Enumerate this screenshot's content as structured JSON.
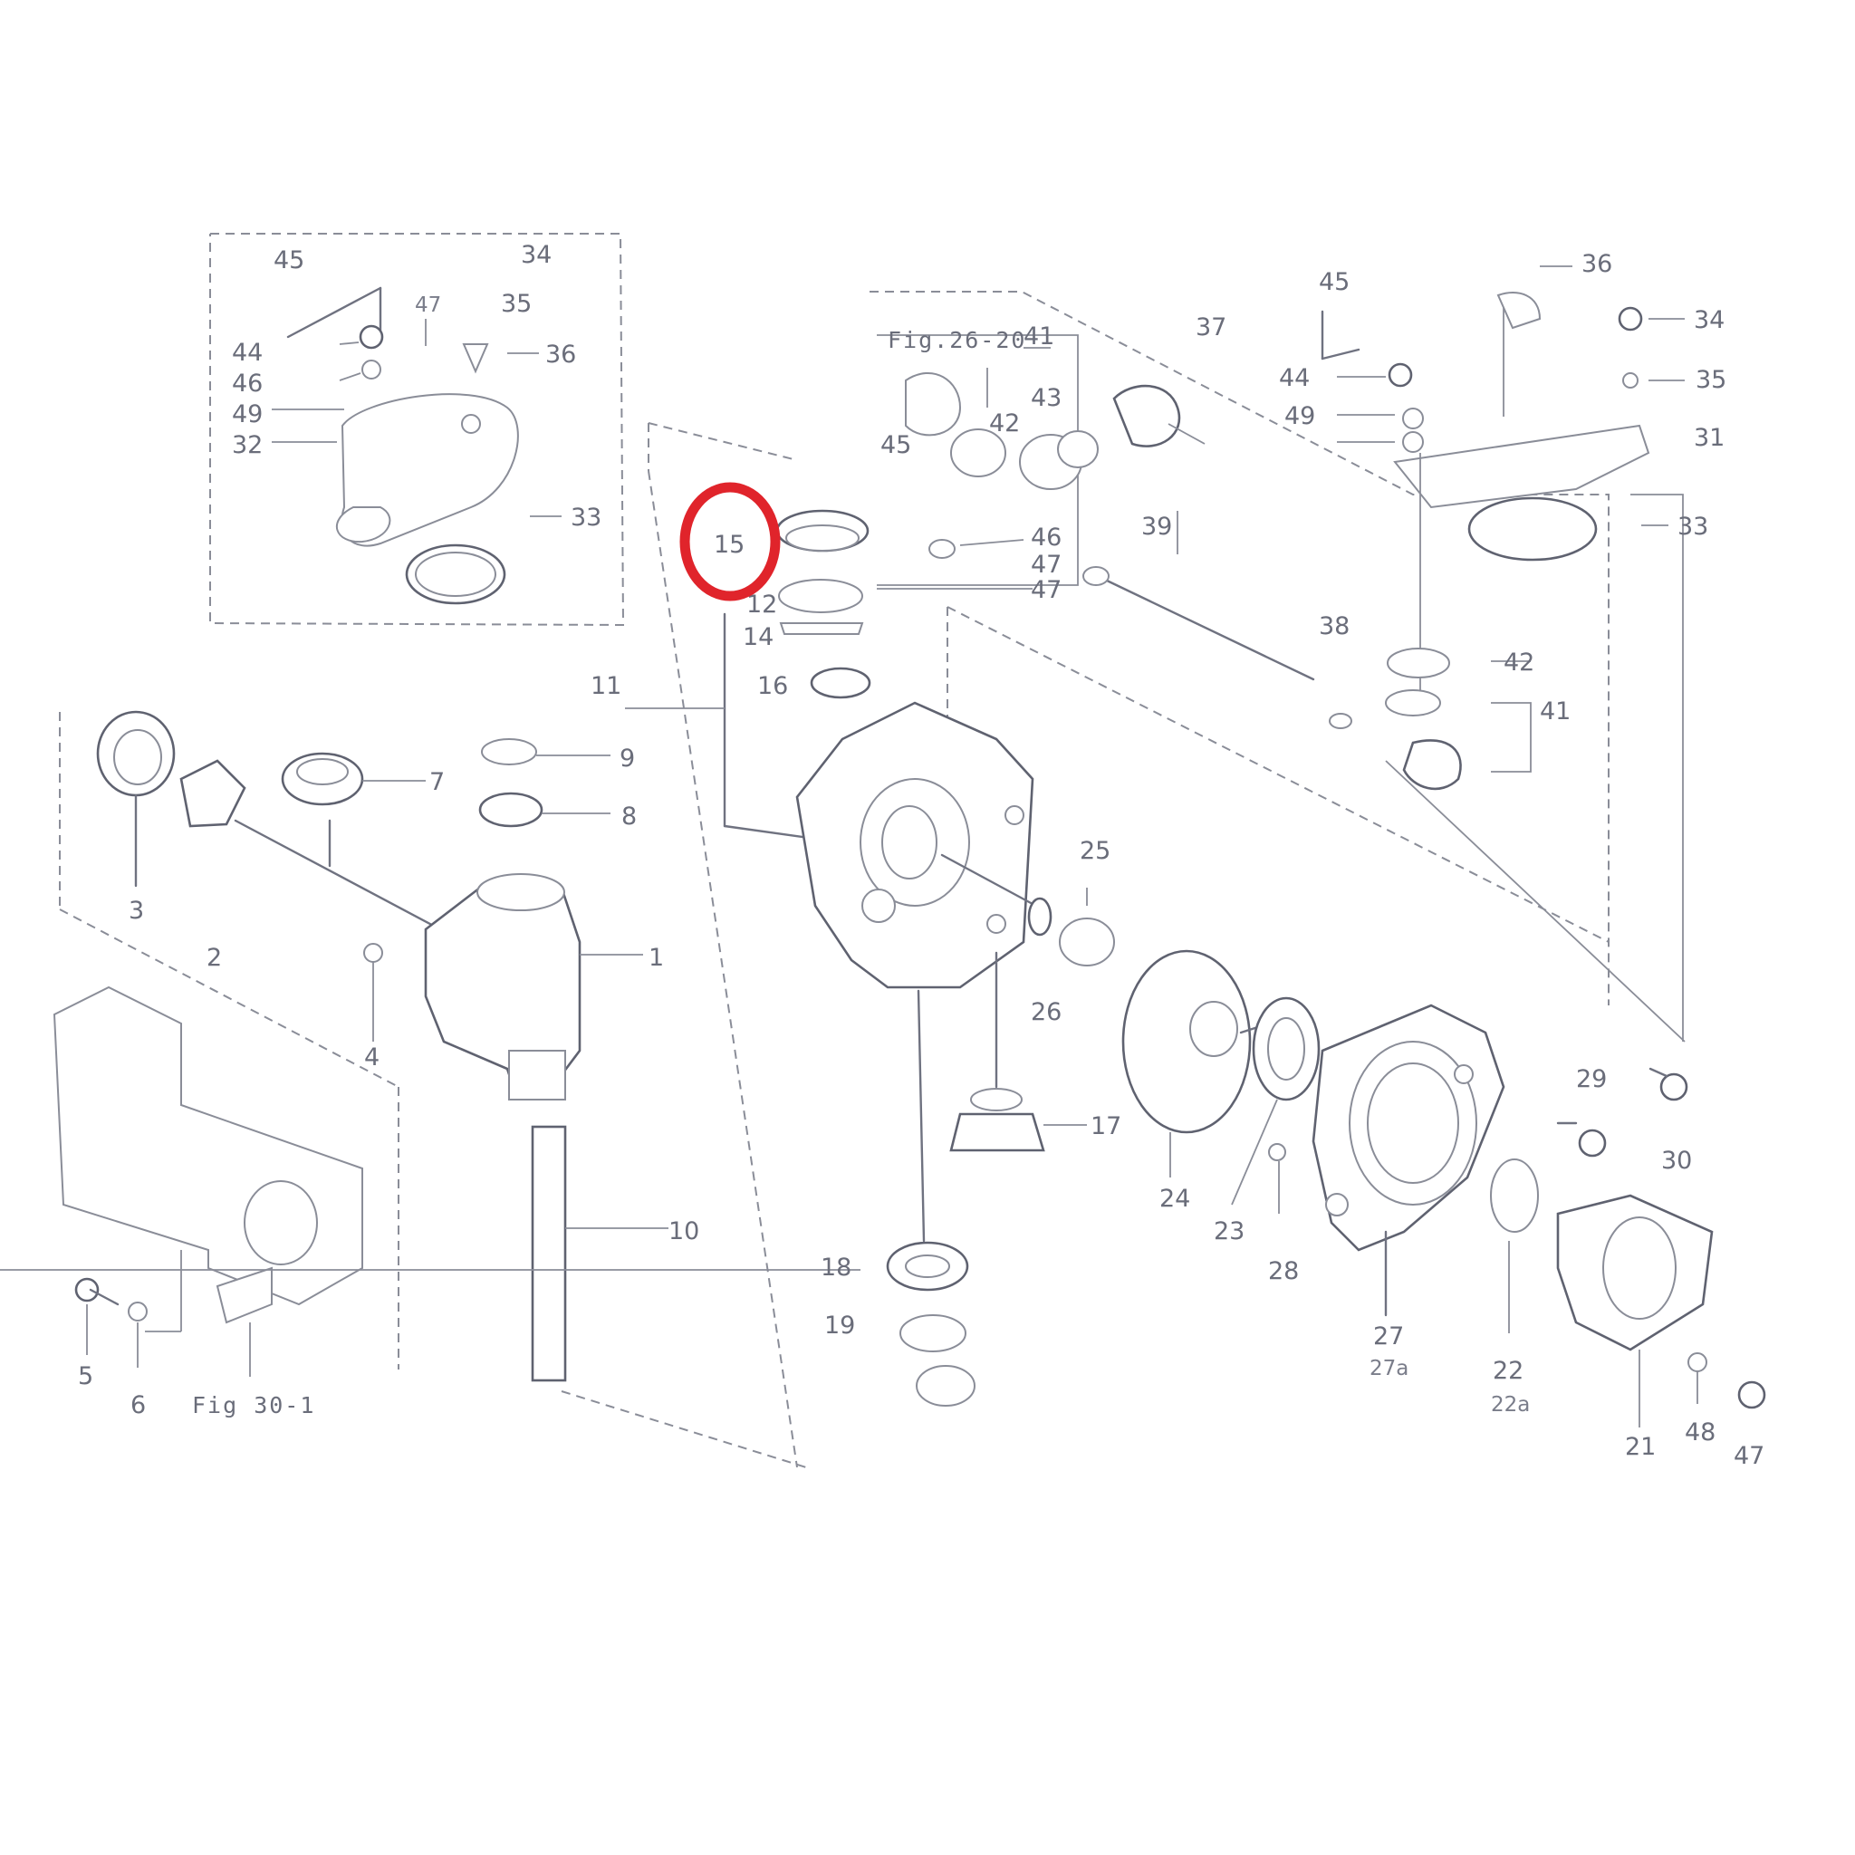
{
  "highlight": {
    "label": "15",
    "color": "#e0242b"
  },
  "figure_refs": {
    "lower_left": "Fig 30-1",
    "upper": "Fig.26-20"
  },
  "callouts": {
    "n1": "1",
    "n2": "2",
    "n3": "3",
    "n4": "4",
    "n5": "5",
    "n6": "6",
    "n7": "7",
    "n8": "8",
    "n9": "9",
    "n10": "10",
    "n11": "11",
    "n12": "12",
    "n14": "14",
    "n16": "16",
    "n17": "17",
    "n18": "18",
    "n19": "19",
    "n21": "21",
    "n22": "22",
    "n22a": "22a",
    "n23": "23",
    "n24": "24",
    "n25": "25",
    "n26": "26",
    "n27": "27",
    "n27a": "27a",
    "n28": "28",
    "n29": "29",
    "n30": "30",
    "n31": "31",
    "n33": "33",
    "n33r": "33",
    "n34": "34",
    "n34r": "34",
    "n35": "35",
    "n35r": "35",
    "n36": "36",
    "n36r": "36",
    "n37": "37",
    "n38": "38",
    "n39": "39",
    "n41": "41",
    "n41r": "41",
    "n42": "42",
    "n42r": "42",
    "n43": "43",
    "n44": "44",
    "n44r": "44",
    "n45": "45",
    "n45m": "45",
    "n45r": "45",
    "n46": "46",
    "n46r": "46",
    "n47": "47",
    "n47m": "47",
    "n47m2": "47",
    "n48": "48",
    "n49": "49",
    "n49r": "49",
    "n32": "32"
  },
  "colors": {
    "line": "#6f7280",
    "label": "#6a6d7a",
    "background": "#ffffff",
    "highlight": "#e0242b"
  }
}
